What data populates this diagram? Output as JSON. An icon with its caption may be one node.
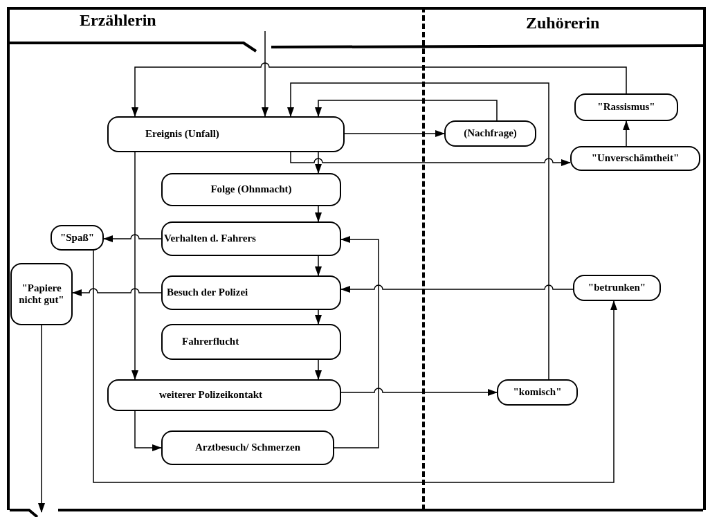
{
  "diagram": {
    "nodes": [
      {
        "text": [
          "Erzählerin"
        ]
      },
      {
        "text": [
          "Zuhörerin"
        ]
      },
      {
        "text": [
          "Ereignis (Unfall)"
        ],
        "in": 0
      },
      {
        "text": [
          "Folge (Ohnmacht)"
        ],
        "in": 0
      },
      {
        "text": [
          "Verhalten d. Fahrers"
        ],
        "in": 0
      },
      {
        "text": [
          "Besuch der Polizei"
        ],
        "in": 0
      },
      {
        "text": [
          "Fahrerflucht"
        ],
        "in": 0
      },
      {
        "text": [
          "weiterer Polizeikontakt"
        ],
        "in": 0
      },
      {
        "text": [
          "Arztbesuch/ Schmerzen"
        ],
        "in": 0
      },
      {
        "text": [
          "\"Spaß\""
        ],
        "in": 0
      },
      {
        "text": [
          "\"Papiere nicht gut\""
        ],
        "in": 0
      },
      {
        "text": [
          "(Nachfrage)"
        ],
        "in": 1
      },
      {
        "text": [
          "\"Rassismus\""
        ],
        "in": 1
      },
      {
        "text": [
          "\"Unverschämtheit\""
        ],
        "in": 1
      },
      {
        "text": [
          "\"betrunken\""
        ],
        "in": 1
      },
      {
        "text": [
          "\"komisch\""
        ],
        "in": 1
      }
    ],
    "edges": [
      {
        "from": null,
        "to": 2,
        "arrow": "to"
      },
      {
        "from": 2,
        "to": 11,
        "arrow": "to"
      },
      {
        "from": 11,
        "to": 2,
        "arrow": "to"
      },
      {
        "from": 2,
        "to": 3,
        "arrow": "to"
      },
      {
        "from": 3,
        "to": 4,
        "arrow": "to"
      },
      {
        "from": 4,
        "to": 5,
        "arrow": "to"
      },
      {
        "from": 5,
        "to": 6,
        "arrow": "to"
      },
      {
        "from": 6,
        "to": 7,
        "arrow": "to"
      },
      {
        "from": 7,
        "to": 15,
        "arrow": "to"
      },
      {
        "from": 15,
        "to": 2,
        "arrow": "to"
      },
      {
        "from": 2,
        "to": 13,
        "arrow": "to"
      },
      {
        "from": 13,
        "to": 12,
        "arrow": "to"
      },
      {
        "from": 12,
        "to": 2,
        "arrow": "to"
      },
      {
        "from": 2,
        "to": 7,
        "arrow": "to"
      },
      {
        "from": 7,
        "to": 8,
        "arrow": "to"
      },
      {
        "from": 8,
        "to": 4,
        "arrow": "to"
      },
      {
        "from": 14,
        "to": 5,
        "arrow": "to"
      },
      {
        "from": 4,
        "to": 9,
        "arrow": "to"
      },
      {
        "from": 5,
        "to": 10,
        "arrow": "to"
      },
      {
        "from": 9,
        "to": 14,
        "arrow": "to"
      },
      {
        "from": 10,
        "to": null,
        "arrow": "to"
      }
    ]
  }
}
